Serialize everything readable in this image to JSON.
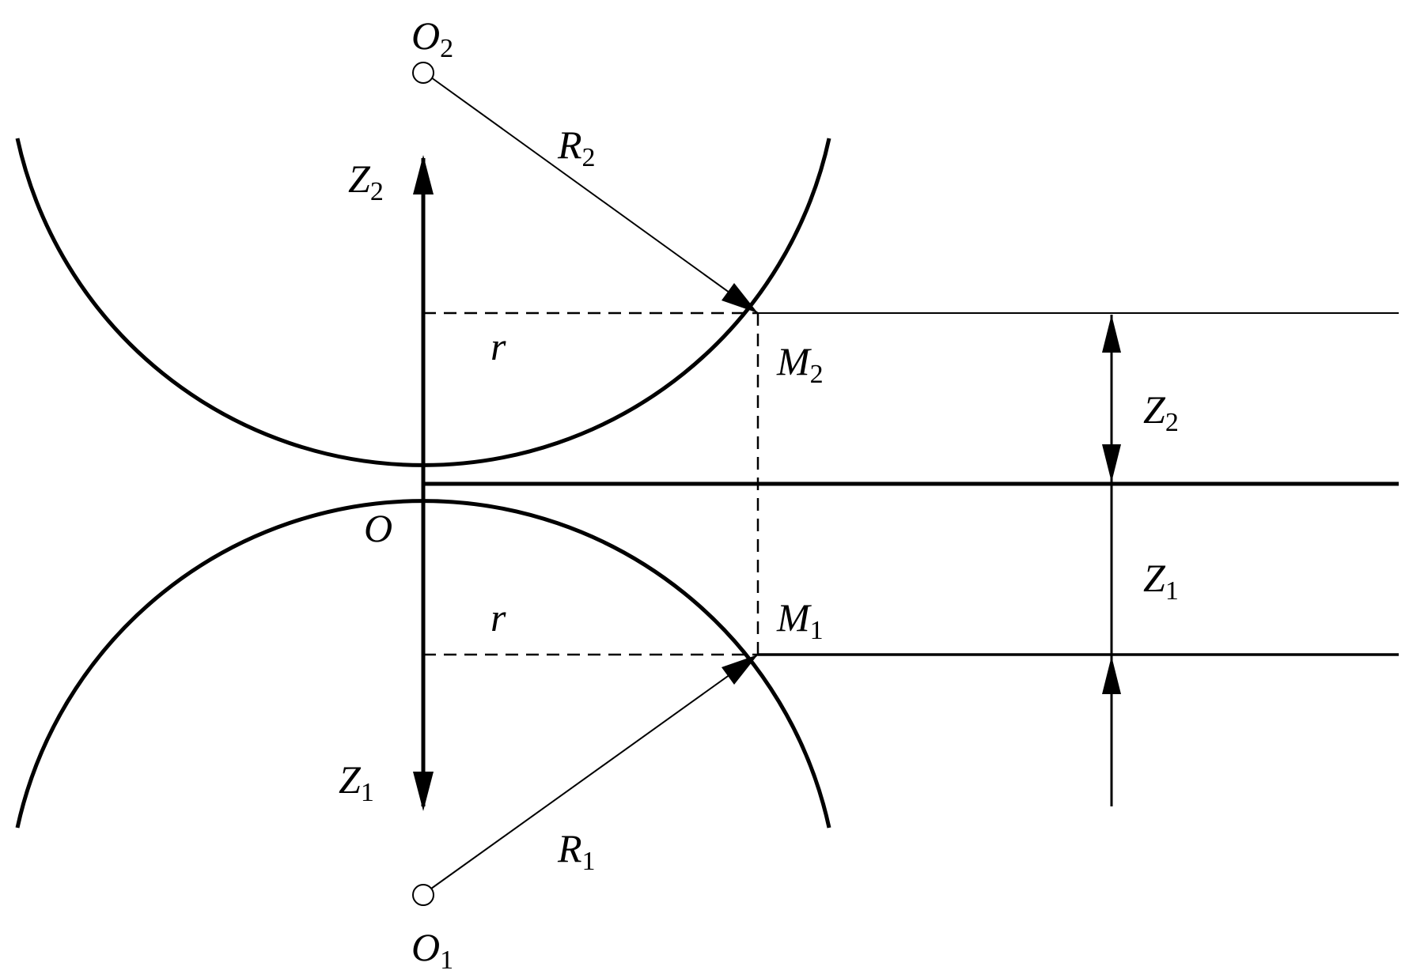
{
  "labels": {
    "O2": {
      "base": "O",
      "sub": "2"
    },
    "O1": {
      "base": "O",
      "sub": "1"
    },
    "O": {
      "base": "O"
    },
    "R2": {
      "base": "R",
      "sub": "2"
    },
    "R1": {
      "base": "R",
      "sub": "1"
    },
    "Z2_axis": {
      "base": "Z",
      "sub": "2"
    },
    "Z1_axis": {
      "base": "Z",
      "sub": "1"
    },
    "Z2_dim": {
      "base": "Z",
      "sub": "2"
    },
    "Z1_dim": {
      "base": "Z",
      "sub": "1"
    },
    "M2": {
      "base": "M",
      "sub": "2"
    },
    "M1": {
      "base": "M",
      "sub": "1"
    },
    "r_top": {
      "base": "r"
    },
    "r_bottom": {
      "base": "r"
    }
  },
  "colors": {
    "stroke": "#000000",
    "background": "#ffffff"
  }
}
